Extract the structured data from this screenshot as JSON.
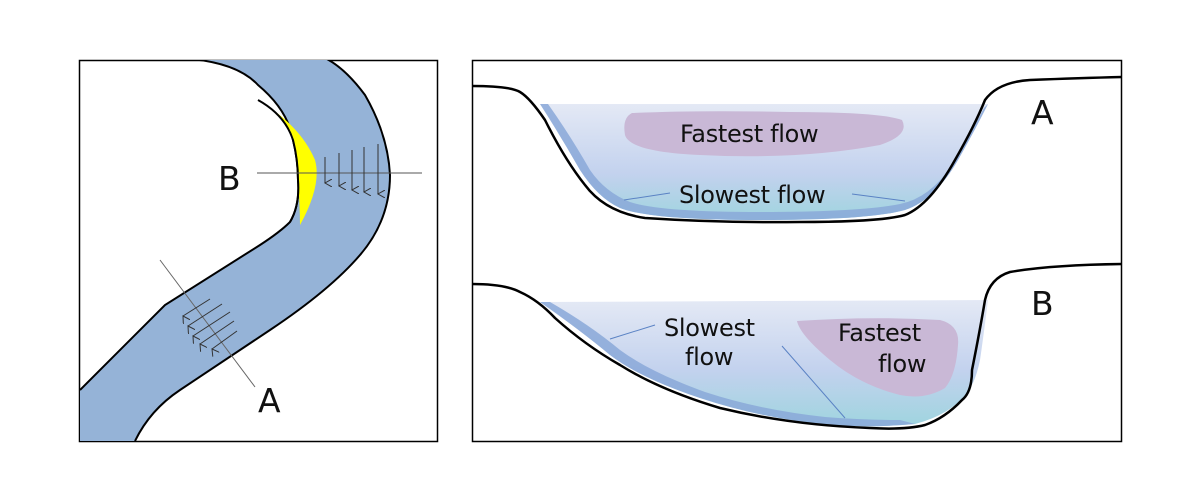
{
  "title": "River meander flow velocity diagram",
  "colors": {
    "river": "#95b3d7",
    "outline": "#000000",
    "point_bar": "#ffff00",
    "water_top": "#e2e8f4",
    "water_bottom": "#9fd3e0",
    "bank_edge": "#8aa8d8",
    "fastest_zone": "#c9b8d6",
    "leader_line": "#5a82c4"
  },
  "plan_view": {
    "label_b": "B",
    "label_a": "A",
    "arrow_icons": "flow-velocity-arrows"
  },
  "section_a": {
    "label": "A",
    "fastest": "Fastest flow",
    "slowest": "Slowest flow"
  },
  "section_b": {
    "label": "B",
    "slowest_line1": "Slowest",
    "slowest_line2": "flow",
    "fastest_line1": "Fastest",
    "fastest_line2": "flow"
  }
}
